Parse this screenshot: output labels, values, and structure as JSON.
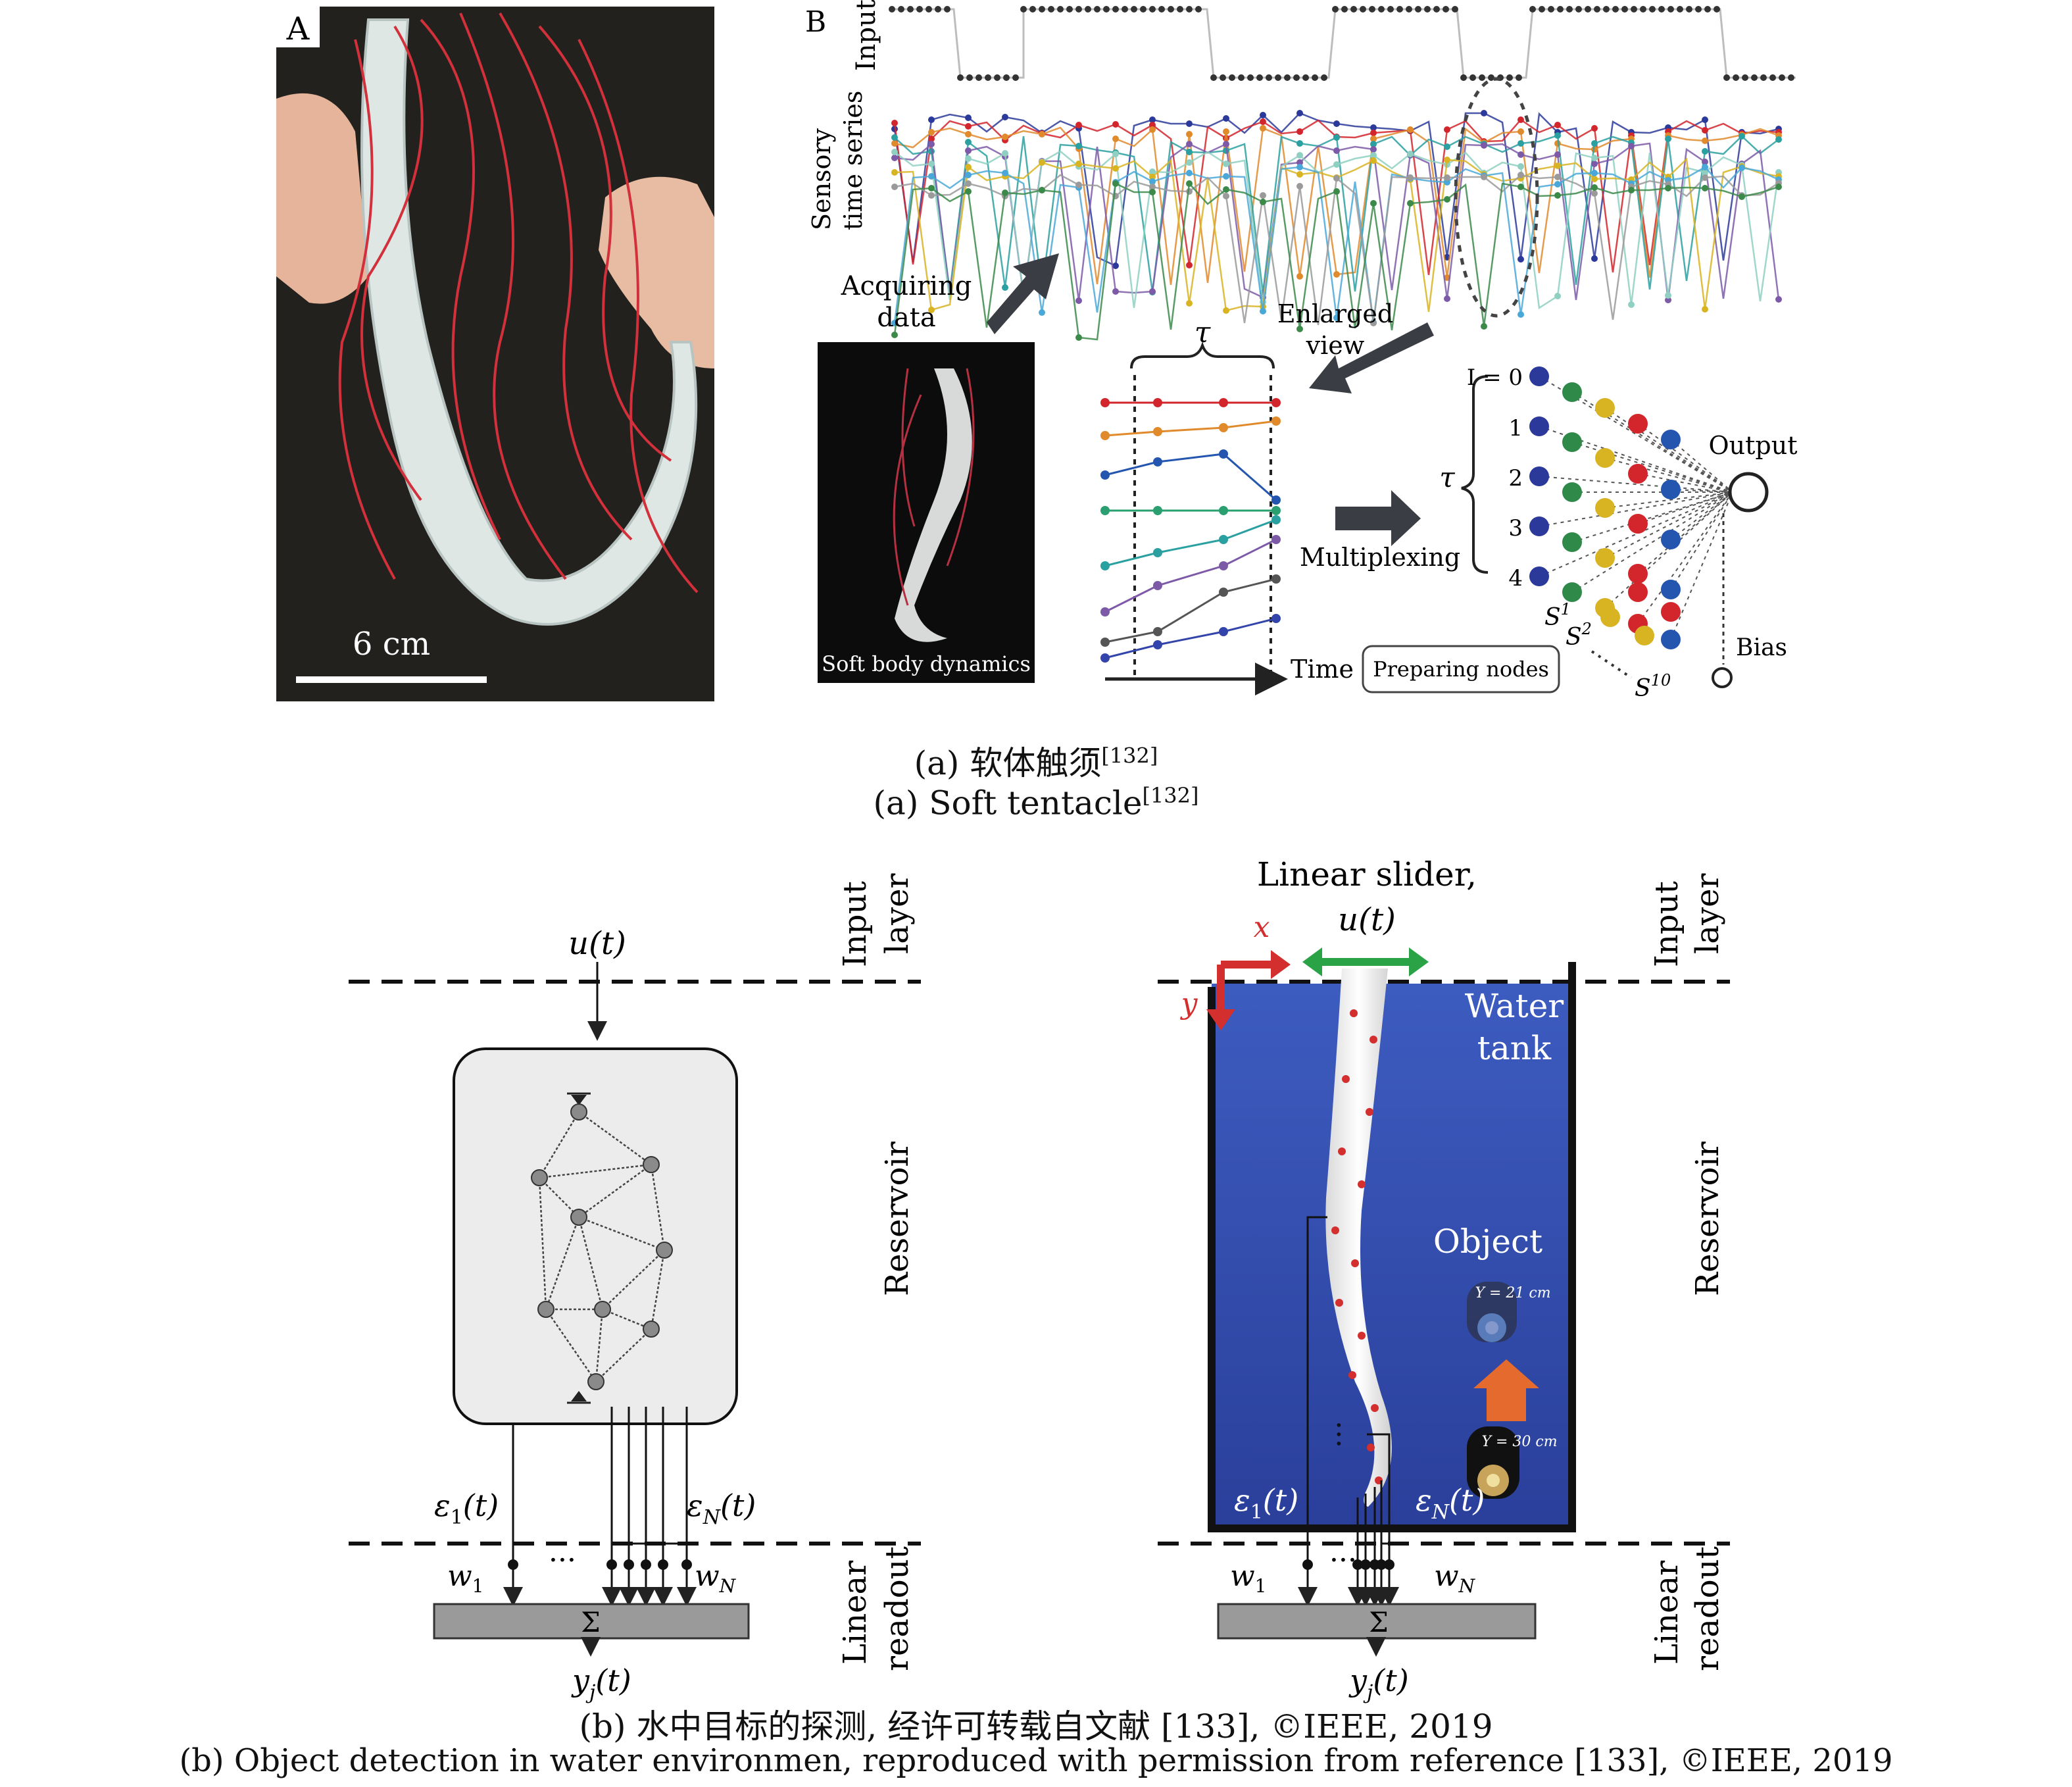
{
  "panel_a": {
    "label_a": "A",
    "label_b": "B",
    "scale": "6 cm",
    "input_label": "Input",
    "sensory_label_1": "Sensory",
    "sensory_label_2": "time series",
    "acquiring_1": "Acquiring",
    "acquiring_2": "data",
    "enlarged_1": "Enlarged",
    "enlarged_2": "view",
    "tau": "τ",
    "photo_caption": "Soft body dynamics",
    "time": "Time",
    "preparing": "Preparing nodes",
    "multiplexing": "Multiplexing",
    "node_rows": [
      "I = 0",
      "1",
      "2",
      "3",
      "4"
    ],
    "s1": "S",
    "s1_sup": "1",
    "s2": "S",
    "s2_sup": "2",
    "s10": "S",
    "s10_sup": "10",
    "output": "Output",
    "bias": "Bias",
    "node_colors": [
      "#2b3a9a",
      "#2f8a4a",
      "#d8b423",
      "#d3252c",
      "#2456b0"
    ]
  },
  "caption_a": {
    "zh": "(a) 软体触须",
    "zh_ref": "[132]",
    "en": "(a) Soft tentacle",
    "en_ref": "[132]"
  },
  "panel_b": {
    "u_t": "u(t)",
    "input_layer_1": "Input",
    "input_layer_2": "layer",
    "reservoir": "Reservoir",
    "linear_readout_1": "Linear",
    "linear_readout_2": "readout",
    "eps1": "ε",
    "eps1_sub": "1",
    "eps_t": "(t)",
    "epsN": "ε",
    "epsN_sub": "N",
    "w1": "w",
    "w1_sub": "1",
    "wN": "w",
    "wN_sub": "N",
    "dots": "···",
    "sigma": "Σ",
    "yj": "y",
    "yj_sub": "j",
    "linear_slider": "Linear slider,",
    "x_axis": "x",
    "y_axis": "y",
    "water_1": "Water",
    "water_2": "tank",
    "object": "Object",
    "y21": "Y = 21 cm",
    "y30": "Y = 30 cm",
    "tank_color": "#3656b8"
  },
  "caption_b": {
    "zh": "(b) 水中目标的探测, 经许可转载自文献 [133], ©IEEE, 2019",
    "en": "(b) Object detection in water environmen, reproduced with permission from reference [133], ©IEEE, 2019"
  }
}
